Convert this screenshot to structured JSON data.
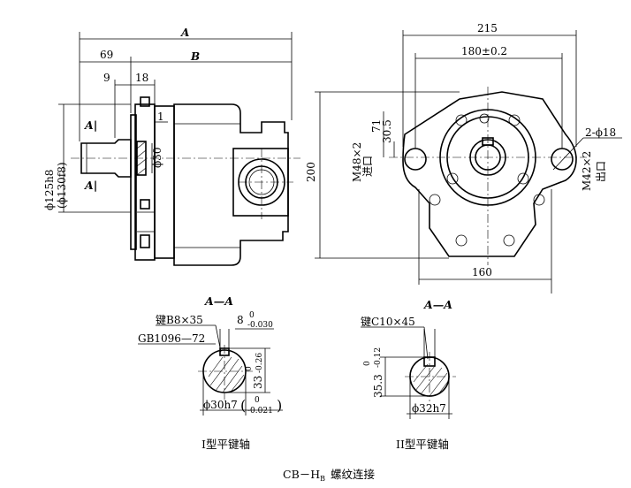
{
  "front_view": {
    "dim_A": "A",
    "dim_B": "B",
    "dim_69": "69",
    "dim_9": "9",
    "dim_18": "18",
    "dim_1": "1",
    "dim_phi30": "ϕ30",
    "dim_phi125": "ϕ125h8",
    "dim_phi130": "(ϕ130f8)",
    "section_mark_top": "A|",
    "section_mark_bottom": "A|"
  },
  "side_view": {
    "dim_215": "215",
    "dim_180": "180±0.2",
    "dim_200": "200",
    "dim_160": "160",
    "dim_71": "71",
    "dim_30_5": "30.5",
    "inlet_thread": "M48×2",
    "inlet_label": "进口",
    "outlet_thread": "M42×2",
    "outlet_label": "出口",
    "holes": "2-ϕ18"
  },
  "section_1": {
    "title": "A—A",
    "key": "键B8×35",
    "standard": "GB1096—72",
    "width_tol": "8",
    "width_tol_upper": "0",
    "width_tol_lower": "-0.030",
    "depth": "33",
    "depth_tol_upper": "0",
    "depth_tol_lower": "-0.26",
    "shaft": "ϕ30h7",
    "shaft_tol_upper": "0",
    "shaft_tol_lower": "-0.021",
    "caption": "I型平键轴"
  },
  "section_2": {
    "title": "A—A",
    "key": "键C10×45",
    "depth": "35.3",
    "depth_tol_upper": "0",
    "depth_tol_lower": "-0.12",
    "shaft": "ϕ32h7",
    "caption": "II型平键轴"
  },
  "footer": {
    "caption_prefix": "CB－H",
    "caption_sub": "B",
    "caption_suffix": "螺纹连接"
  }
}
